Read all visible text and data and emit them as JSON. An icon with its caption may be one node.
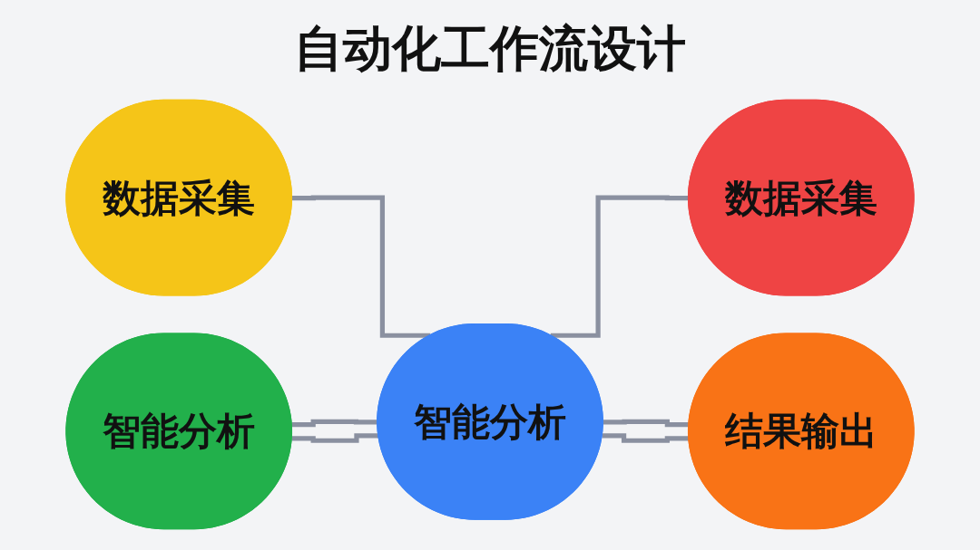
{
  "diagram": {
    "title": "自动化工作流设计",
    "nodes": [
      {
        "text": [
          "数据采集"
        ]
      },
      {
        "text": [
          "数据采集"
        ]
      },
      {
        "text": [
          "智能分析"
        ]
      },
      {
        "text": [
          "智能分析"
        ]
      },
      {
        "text": [
          "结果输出"
        ]
      }
    ],
    "edges": [
      {
        "from": 1,
        "to": 2,
        "arrow": "none"
      },
      {
        "from": 3,
        "to": 2,
        "arrow": "none"
      },
      {
        "from": 3,
        "to": 2,
        "arrow": "none"
      },
      {
        "from": 2,
        "to": 0,
        "arrow": "none"
      },
      {
        "from": 2,
        "to": 4,
        "arrow": "none"
      },
      {
        "from": 2,
        "to": 4,
        "arrow": "none"
      }
    ]
  }
}
